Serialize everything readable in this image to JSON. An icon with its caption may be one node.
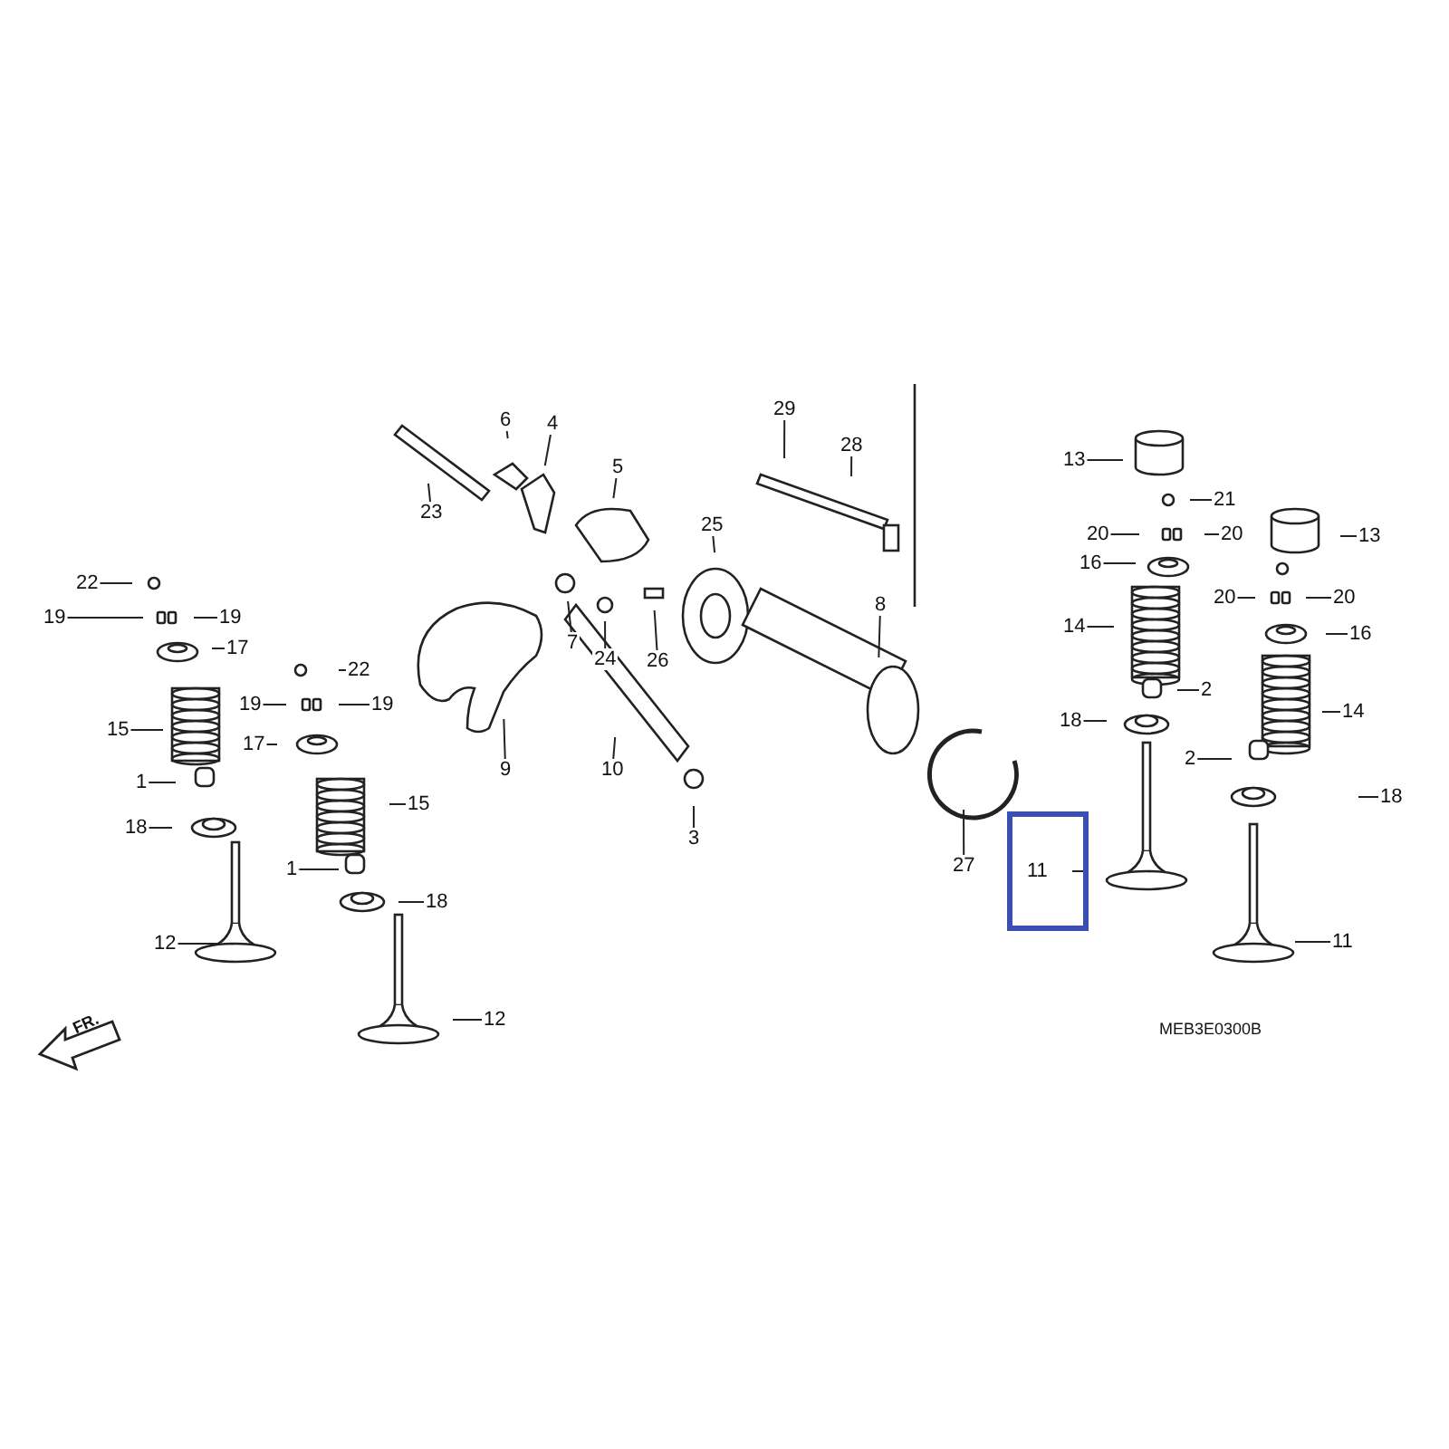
{
  "diagram": {
    "nodes": [
      {
        "text": [
          "29"
        ]
      },
      {
        "text": [
          "6"
        ]
      },
      {
        "text": [
          "4"
        ]
      },
      {
        "text": [
          "28"
        ]
      },
      {
        "text": [
          "13"
        ]
      },
      {
        "text": [
          "5"
        ]
      },
      {
        "text": [
          "21"
        ]
      },
      {
        "text": [
          "23"
        ]
      },
      {
        "text": [
          "25"
        ]
      },
      {
        "text": [
          "20"
        ]
      },
      {
        "text": [
          "20"
        ]
      },
      {
        "text": [
          "13"
        ]
      },
      {
        "text": [
          "16"
        ]
      },
      {
        "text": [
          "22"
        ]
      },
      {
        "text": [
          "20"
        ]
      },
      {
        "text": [
          "20"
        ]
      },
      {
        "text": [
          "8"
        ]
      },
      {
        "text": [
          "19"
        ]
      },
      {
        "text": [
          "19"
        ]
      },
      {
        "text": [
          "14"
        ]
      },
      {
        "text": [
          "16"
        ]
      },
      {
        "text": [
          "7"
        ]
      },
      {
        "text": [
          "17"
        ]
      },
      {
        "text": [
          "24"
        ]
      },
      {
        "text": [
          "26"
        ]
      },
      {
        "text": [
          "22"
        ]
      },
      {
        "text": [
          "2"
        ]
      },
      {
        "text": [
          "19"
        ]
      },
      {
        "text": [
          "19"
        ]
      },
      {
        "text": [
          "18"
        ]
      },
      {
        "text": [
          "14"
        ]
      },
      {
        "text": [
          "15"
        ]
      },
      {
        "text": [
          "17"
        ]
      },
      {
        "text": [
          "2"
        ]
      },
      {
        "text": [
          "9"
        ]
      },
      {
        "text": [
          "10"
        ]
      },
      {
        "text": [
          "1"
        ]
      },
      {
        "text": [
          "18"
        ]
      },
      {
        "text": [
          "15"
        ]
      },
      {
        "text": [
          "18"
        ]
      },
      {
        "text": [
          "3"
        ]
      },
      {
        "text": [
          "27"
        ]
      },
      {
        "text": [
          "1"
        ]
      },
      {
        "text": [
          "11"
        ]
      },
      {
        "text": [
          "18"
        ]
      },
      {
        "text": [
          "11"
        ]
      },
      {
        "text": [
          "12"
        ]
      },
      {
        "text": [
          "12"
        ]
      }
    ],
    "edges": [
      {
        "from": 0,
        "to": null,
        "arrow": "none"
      },
      {
        "from": 1,
        "to": null,
        "arrow": "none"
      },
      {
        "from": 2,
        "to": null,
        "arrow": "none"
      },
      {
        "from": 3,
        "to": null,
        "arrow": "none"
      },
      {
        "from": 4,
        "to": null,
        "arrow": "none"
      },
      {
        "from": 5,
        "to": null,
        "arrow": "none"
      },
      {
        "from": 6,
        "to": null,
        "arrow": "none"
      },
      {
        "from": 7,
        "to": null,
        "arrow": "none"
      },
      {
        "from": 8,
        "to": null,
        "arrow": "none"
      },
      {
        "from": 9,
        "to": null,
        "arrow": "none"
      },
      {
        "from": 10,
        "to": null,
        "arrow": "none"
      },
      {
        "from": 11,
        "to": null,
        "arrow": "none"
      },
      {
        "from": 12,
        "to": null,
        "arrow": "none"
      },
      {
        "from": 13,
        "to": null,
        "arrow": "none"
      },
      {
        "from": 14,
        "to": null,
        "arrow": "none"
      },
      {
        "from": 15,
        "to": null,
        "arrow": "none"
      },
      {
        "from": 16,
        "to": null,
        "arrow": "none"
      },
      {
        "from": 17,
        "to": null,
        "arrow": "none"
      },
      {
        "from": 18,
        "to": null,
        "arrow": "none"
      },
      {
        "from": 19,
        "to": null,
        "arrow": "none"
      },
      {
        "from": 20,
        "to": null,
        "arrow": "none"
      },
      {
        "from": 21,
        "to": null,
        "arrow": "none"
      },
      {
        "from": 22,
        "to": null,
        "arrow": "none"
      },
      {
        "from": 23,
        "to": null,
        "arrow": "none"
      },
      {
        "from": 24,
        "to": null,
        "arrow": "none"
      },
      {
        "from": 25,
        "to": null,
        "arrow": "none"
      },
      {
        "from": 26,
        "to": null,
        "arrow": "none"
      },
      {
        "from": 27,
        "to": null,
        "arrow": "none"
      },
      {
        "from": 28,
        "to": null,
        "arrow": "none"
      },
      {
        "from": 29,
        "to": null,
        "arrow": "none"
      },
      {
        "from": 30,
        "to": null,
        "arrow": "none"
      },
      {
        "from": 31,
        "to": null,
        "arrow": "none"
      },
      {
        "from": 32,
        "to": null,
        "arrow": "none"
      },
      {
        "from": 33,
        "to": null,
        "arrow": "none"
      },
      {
        "from": 34,
        "to": null,
        "arrow": "none"
      },
      {
        "from": 35,
        "to": null,
        "arrow": "none"
      },
      {
        "from": 36,
        "to": null,
        "arrow": "none"
      },
      {
        "from": 37,
        "to": null,
        "arrow": "none"
      },
      {
        "from": 38,
        "to": null,
        "arrow": "none"
      },
      {
        "from": 39,
        "to": null,
        "arrow": "none"
      },
      {
        "from": 40,
        "to": null,
        "arrow": "none"
      },
      {
        "from": 41,
        "to": null,
        "arrow": "none"
      },
      {
        "from": 42,
        "to": null,
        "arrow": "none"
      },
      {
        "from": 43,
        "to": null,
        "arrow": "none"
      },
      {
        "from": 44,
        "to": null,
        "arrow": "none"
      },
      {
        "from": 45,
        "to": null,
        "arrow": "none"
      },
      {
        "from": 46,
        "to": null,
        "arrow": "none"
      },
      {
        "from": 47,
        "to": null,
        "arrow": "none"
      }
    ],
    "labels": [
      "FR.",
      "MEB3E0300B"
    ]
  }
}
